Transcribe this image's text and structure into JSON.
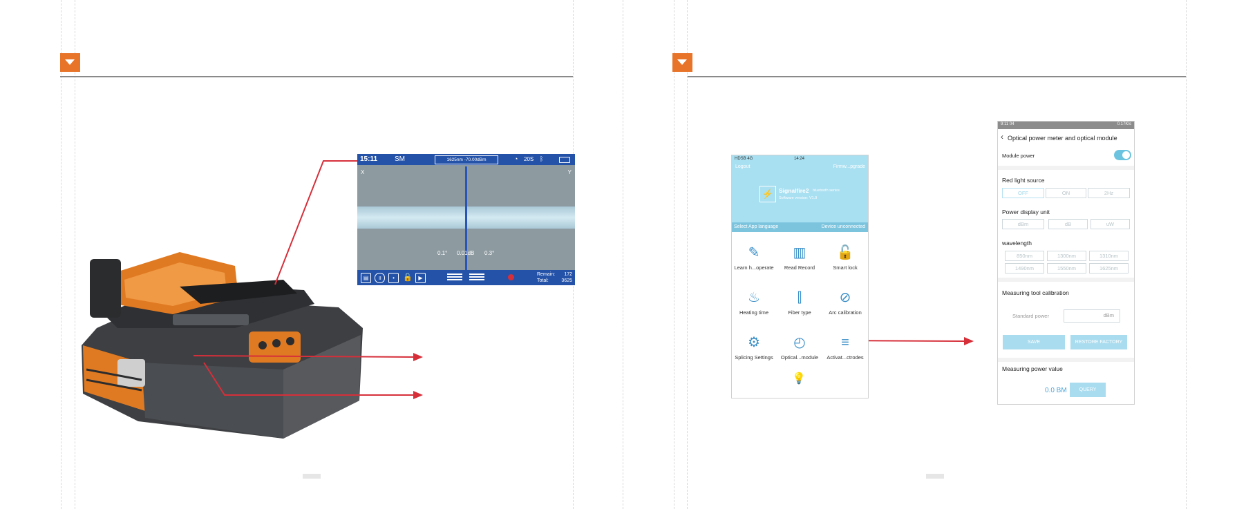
{
  "splicer_screen": {
    "time": "15:11",
    "mode": "SM",
    "power_readout": "1625nm -70.00dBm",
    "temperature": "20S",
    "left_axis": "X",
    "right_axis": "Y",
    "angle_left": "0.1°",
    "loss": "0.01dB",
    "angle_right": "0.3°",
    "remain_label": "Remain:",
    "remain_value": "172",
    "total_label": "Total:",
    "total_value": "3625"
  },
  "app_home": {
    "carrier": "HDSB 4G",
    "time": "14:24",
    "logout": "Logout",
    "firmware": "Firmw...pgrade",
    "brand": "Signalfire2",
    "brand_suffix": "bluetooth series",
    "software_version": "Software version: V1.9",
    "select_language": "Select App language",
    "device_status": "Device unconnected",
    "tiles": [
      {
        "label": "Learn h...operate",
        "icon": "edit-icon"
      },
      {
        "label": "Read Record",
        "icon": "records-icon"
      },
      {
        "label": "Smart lock",
        "icon": "lock-icon"
      },
      {
        "label": "Heating time",
        "icon": "heat-icon"
      },
      {
        "label": "Fiber type",
        "icon": "fiber-icon"
      },
      {
        "label": "Arc calibration",
        "icon": "arc-icon"
      },
      {
        "label": "Splicing Settings",
        "icon": "splice-settings-icon"
      },
      {
        "label": "Optical...module",
        "icon": "gauge-icon"
      },
      {
        "label": "Activat...ctrodes",
        "icon": "electrode-icon"
      }
    ]
  },
  "power_module": {
    "status_left": "9:11 04",
    "status_right": "0.17K/s",
    "title": "Optical power meter and optical module",
    "module_power": "Module power",
    "red_light_source": "Red light source",
    "red_light_options": [
      "OFF",
      "ON",
      "2Hz"
    ],
    "power_display_unit": "Power display unit",
    "unit_options": [
      "dBm",
      "dB",
      "uW"
    ],
    "wavelength": "wavelength",
    "wavelength_options": [
      "850nm",
      "1300nm",
      "1310nm",
      "1490nm",
      "1550nm",
      "1625nm"
    ],
    "calibration_title": "Measuring tool calibration",
    "standard_power": "Standard power",
    "standard_unit": "dBm",
    "save": "SAVE",
    "restore": "RESTORE FACTORY",
    "measuring_title": "Measuring power value",
    "measured_value": "0.0 BM",
    "query": "QUERY"
  },
  "colors": {
    "accent": "#e8742a",
    "arrow": "#d62f3a",
    "screen_bar": "#2452a8",
    "app_blue": "#a8dff1"
  }
}
